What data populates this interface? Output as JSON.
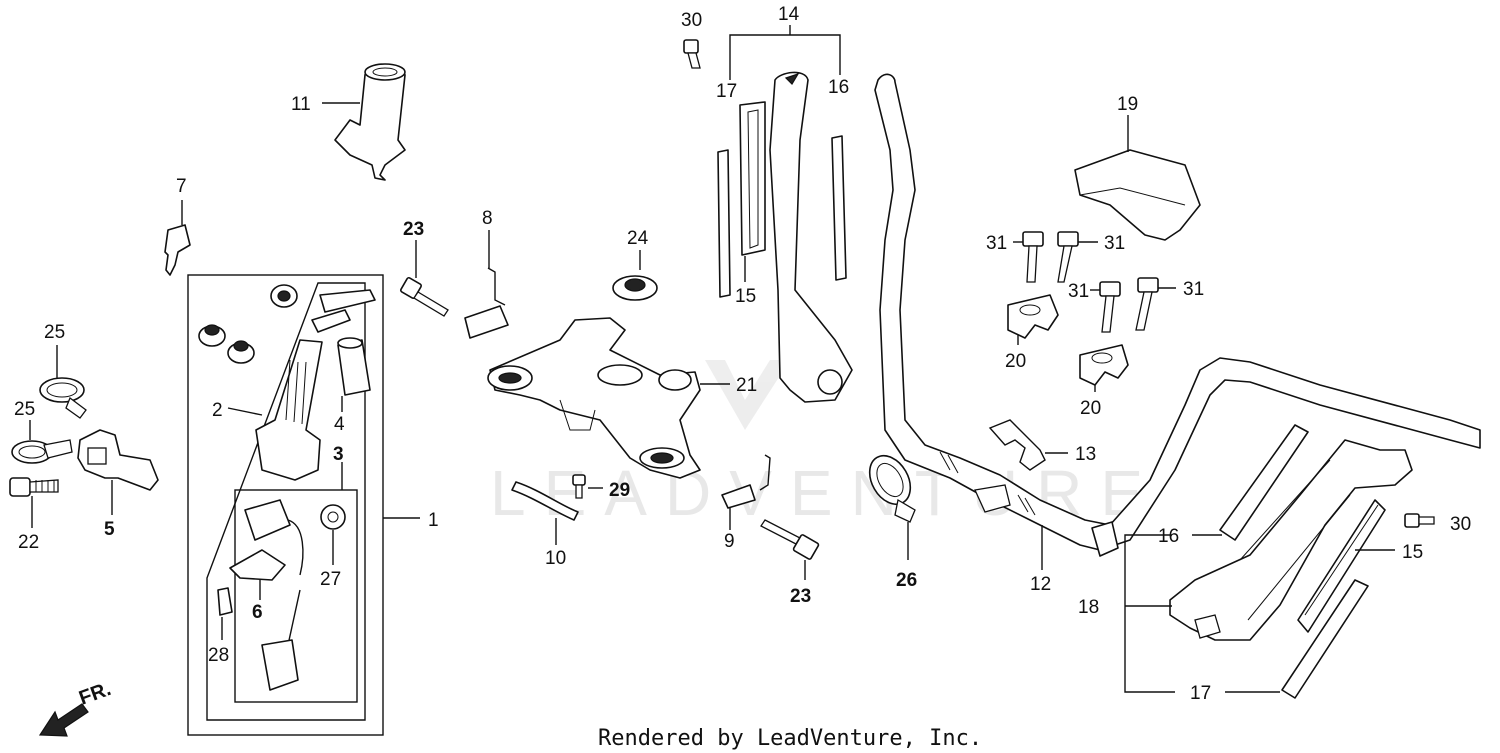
{
  "callouts": {
    "c1": "1",
    "c2": "2",
    "c3": "3",
    "c4": "4",
    "c5": "5",
    "c6": "6",
    "c7": "7",
    "c8": "8",
    "c9": "9",
    "c10": "10",
    "c11": "11",
    "c12": "12",
    "c13": "13",
    "c14": "14",
    "c15a": "15",
    "c15b": "15",
    "c16a": "16",
    "c16b": "16",
    "c17a": "17",
    "c17b": "17",
    "c18": "18",
    "c19": "19",
    "c20a": "20",
    "c20b": "20",
    "c21": "21",
    "c22": "22",
    "c23a": "23",
    "c23b": "23",
    "c24": "24",
    "c25a": "25",
    "c25b": "25",
    "c26": "26",
    "c27": "27",
    "c28": "28",
    "c29": "29",
    "c30a": "30",
    "c30b": "30",
    "c31a": "31",
    "c31b": "31",
    "c31c": "31",
    "c31d": "31"
  },
  "direction_label": "FR.",
  "watermark": "LEADVENTURE",
  "footer": "Rendered by LeadVenture, Inc."
}
